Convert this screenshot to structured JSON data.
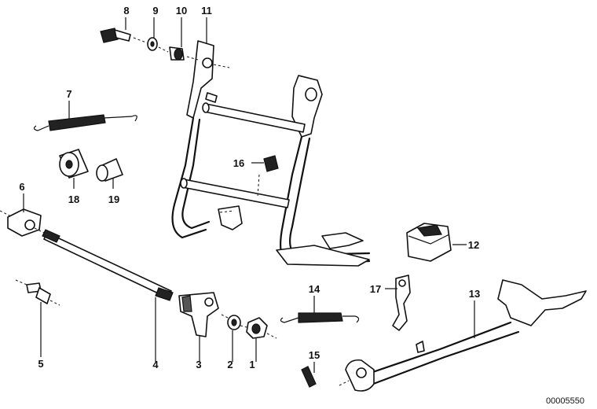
{
  "diagram": {
    "callouts": [
      "1",
      "2",
      "3",
      "4",
      "5",
      "6",
      "7",
      "8",
      "9",
      "10",
      "11",
      "12",
      "13",
      "14",
      "15",
      "16",
      "17",
      "18",
      "19"
    ],
    "catalog_code": "00005550"
  }
}
